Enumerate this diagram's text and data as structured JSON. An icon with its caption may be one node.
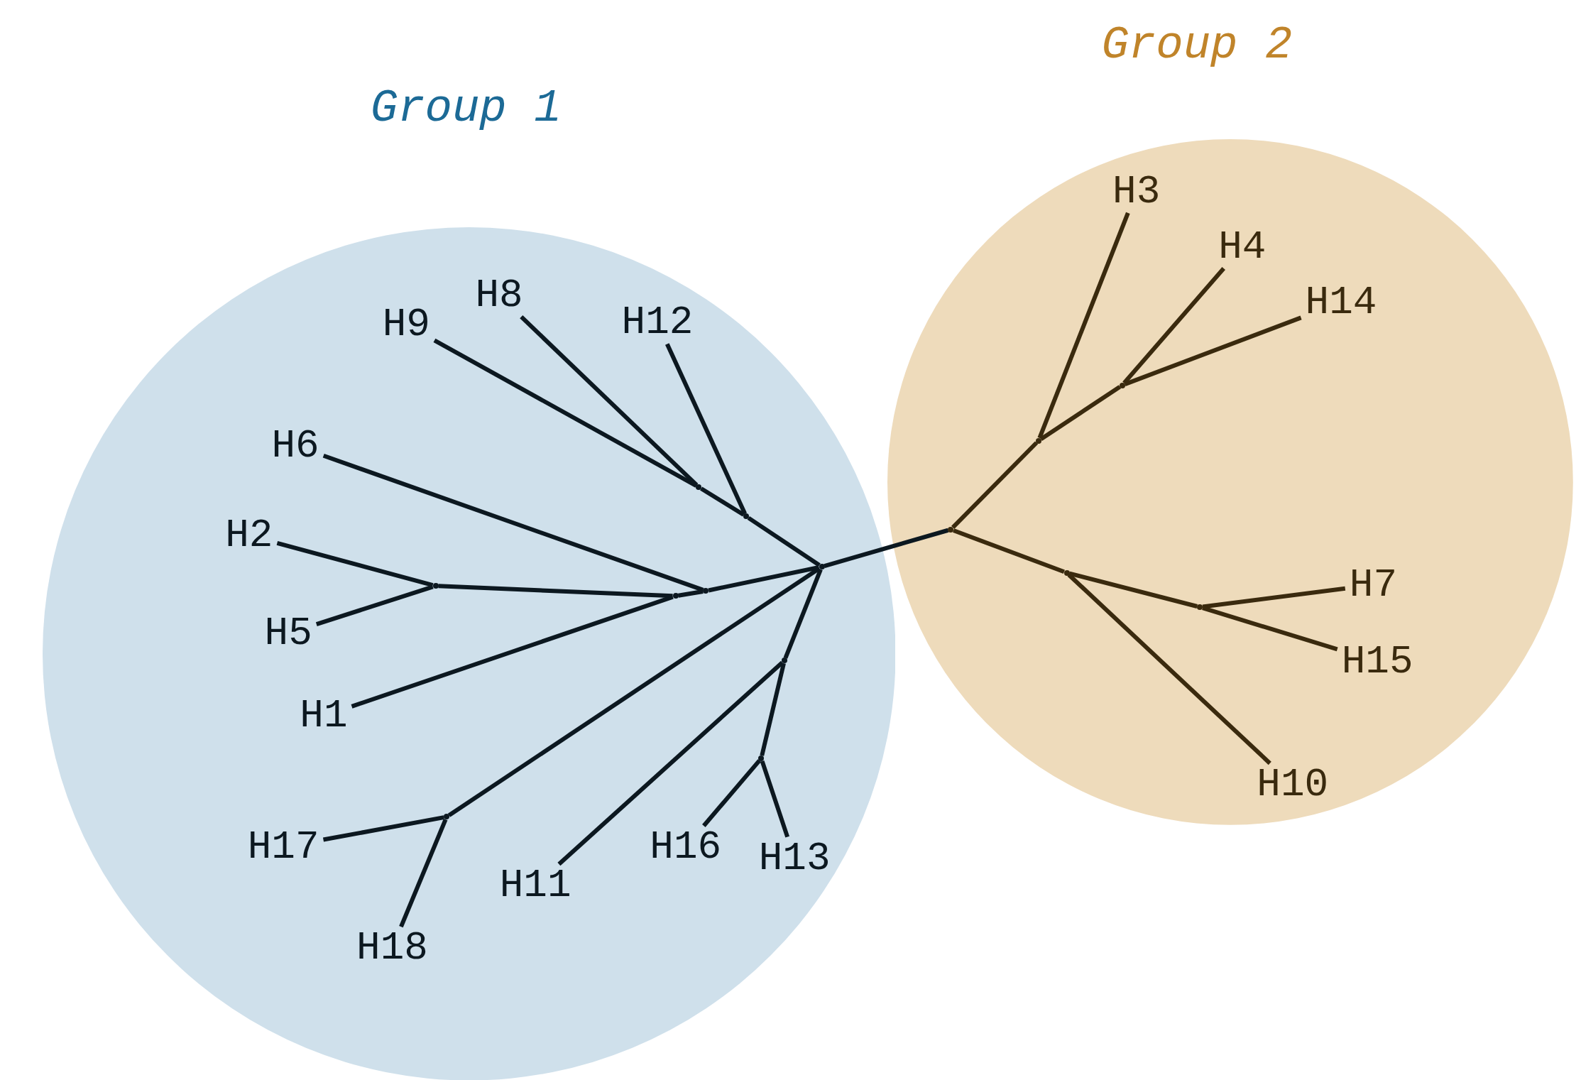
{
  "diagram": {
    "nodes": [
      {
        "text": [
          "Group 1"
        ]
      },
      {
        "text": [
          "H9"
        ],
        "in": 0
      },
      {
        "text": [
          "H8"
        ],
        "in": 0
      },
      {
        "text": [
          "H12"
        ],
        "in": 0
      },
      {
        "text": [
          "H6"
        ],
        "in": 0
      },
      {
        "text": [
          "H2"
        ],
        "in": 0
      },
      {
        "text": [
          "H5"
        ],
        "in": 0
      },
      {
        "text": [
          "H1"
        ],
        "in": 0
      },
      {
        "text": [
          "H17"
        ],
        "in": 0
      },
      {
        "text": [
          "H11"
        ],
        "in": 0
      },
      {
        "text": [
          "H16"
        ],
        "in": 0
      },
      {
        "text": [
          "H13"
        ],
        "in": 0
      },
      {
        "text": [
          "H18"
        ],
        "in": 0
      },
      {
        "text": [],
        "shape": "point",
        "in": 0
      },
      {
        "text": [],
        "shape": "point",
        "in": 0
      },
      {
        "text": [],
        "shape": "point",
        "in": 0
      },
      {
        "text": [],
        "shape": "point",
        "in": 0
      },
      {
        "text": [],
        "shape": "point",
        "in": 0
      },
      {
        "text": [],
        "shape": "point",
        "in": 0
      },
      {
        "text": [],
        "shape": "point",
        "in": 0
      },
      {
        "text": [],
        "shape": "point",
        "in": 0
      },
      {
        "text": [],
        "shape": "point",
        "in": 0
      },
      {
        "text": [
          "Group 2"
        ]
      },
      {
        "text": [
          "H3"
        ],
        "in": 22
      },
      {
        "text": [
          "H4"
        ],
        "in": 22
      },
      {
        "text": [
          "H14"
        ],
        "in": 22
      },
      {
        "text": [
          "H7"
        ],
        "in": 22
      },
      {
        "text": [
          "H15"
        ],
        "in": 22
      },
      {
        "text": [
          "H10"
        ],
        "in": 22
      },
      {
        "text": [],
        "shape": "point",
        "in": 22
      },
      {
        "text": [],
        "shape": "point",
        "in": 22
      },
      {
        "text": [],
        "shape": "point",
        "in": 22
      },
      {
        "text": [],
        "shape": "point",
        "in": 22
      },
      {
        "text": [],
        "shape": "point",
        "in": 22
      }
    ],
    "edges": [
      {
        "from": 21,
        "to": 29,
        "arrow": "none"
      },
      {
        "from": 21,
        "to": 18,
        "arrow": "none"
      },
      {
        "from": 18,
        "to": 3,
        "arrow": "none"
      },
      {
        "from": 18,
        "to": 16,
        "arrow": "none"
      },
      {
        "from": 16,
        "to": 1,
        "arrow": "none"
      },
      {
        "from": 16,
        "to": 2,
        "arrow": "none"
      },
      {
        "from": 21,
        "to": 17,
        "arrow": "none"
      },
      {
        "from": 17,
        "to": 4,
        "arrow": "none"
      },
      {
        "from": 17,
        "to": 15,
        "arrow": "none"
      },
      {
        "from": 15,
        "to": 7,
        "arrow": "none"
      },
      {
        "from": 15,
        "to": 13,
        "arrow": "none"
      },
      {
        "from": 13,
        "to": 5,
        "arrow": "none"
      },
      {
        "from": 13,
        "to": 6,
        "arrow": "none"
      },
      {
        "from": 21,
        "to": 20,
        "arrow": "none"
      },
      {
        "from": 20,
        "to": 9,
        "arrow": "none"
      },
      {
        "from": 20,
        "to": 19,
        "arrow": "none"
      },
      {
        "from": 19,
        "to": 10,
        "arrow": "none"
      },
      {
        "from": 19,
        "to": 11,
        "arrow": "none"
      },
      {
        "from": 21,
        "to": 14,
        "arrow": "none"
      },
      {
        "from": 14,
        "to": 8,
        "arrow": "none"
      },
      {
        "from": 14,
        "to": 12,
        "arrow": "none"
      },
      {
        "from": 29,
        "to": 30,
        "arrow": "none",
        "color": "#3a2a0e"
      },
      {
        "from": 30,
        "to": 23,
        "arrow": "none",
        "color": "#3a2a0e"
      },
      {
        "from": 30,
        "to": 32,
        "arrow": "none",
        "color": "#3a2a0e"
      },
      {
        "from": 32,
        "to": 24,
        "arrow": "none",
        "color": "#3a2a0e"
      },
      {
        "from": 32,
        "to": 25,
        "arrow": "none",
        "color": "#3a2a0e"
      },
      {
        "from": 29,
        "to": 31,
        "arrow": "none",
        "color": "#3a2a0e"
      },
      {
        "from": 31,
        "to": 28,
        "arrow": "none",
        "color": "#3a2a0e"
      },
      {
        "from": 31,
        "to": 33,
        "arrow": "none",
        "color": "#3a2a0e"
      },
      {
        "from": 33,
        "to": 26,
        "arrow": "none",
        "color": "#3a2a0e"
      },
      {
        "from": 33,
        "to": 27,
        "arrow": "none",
        "color": "#3a2a0e"
      }
    ]
  }
}
